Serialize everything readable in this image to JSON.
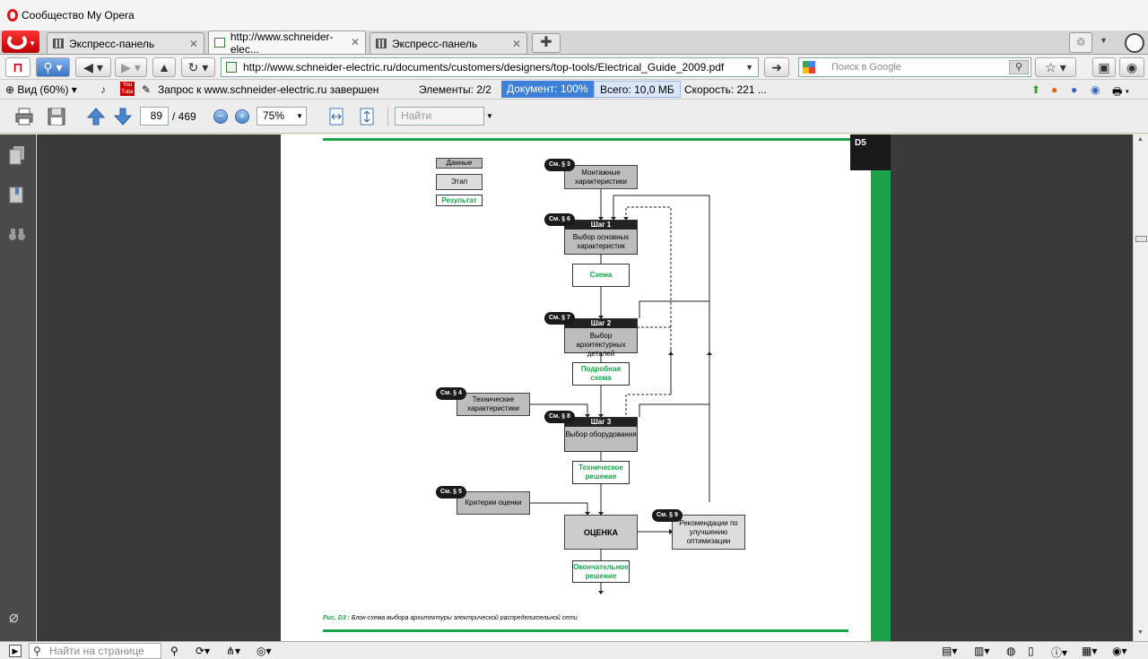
{
  "window": {
    "title": "Сообщество My Opera"
  },
  "tabs": [
    {
      "label": "Экспресс-панель",
      "active": false
    },
    {
      "label": "http://www.schneider-elec...",
      "active": true
    },
    {
      "label": "Экспресс-панель",
      "active": false
    }
  ],
  "address": {
    "url": "http://www.schneider-electric.ru/documents/customers/designers/top-tools/Electrical_Guide_2009.pdf",
    "search_placeholder": "Поиск в Google"
  },
  "info": {
    "view": "Вид (60%)",
    "request": "Запрос к www.schneider-electric.ru завершен",
    "elements": "Элементы:  2/2",
    "document": "Документ:  100%",
    "total": "Всего:  10,0 МБ",
    "speed": "Скорость:  221 ..."
  },
  "pdf_toolbar": {
    "page_current": "89",
    "page_total": "/  469",
    "zoom": "75%",
    "find_placeholder": "Найти"
  },
  "pdf_page": {
    "section_tag": "D5",
    "legend": {
      "data": "Данные",
      "stage": "Этап",
      "result": "Результат"
    },
    "nodes": {
      "mount_badge": "См. § 3",
      "mount": "Монтажные характеристики",
      "step1_badge": "См. § 6",
      "step1_head": "Шаг 1",
      "step1_body": "Выбор основных характеристик",
      "scheme": "Схема",
      "step2_badge": "См. § 7",
      "step2_head": "Шаг 2",
      "step2_body": "Выбор архитектурных деталей",
      "detail_scheme": "Подробная схема",
      "tech_badge": "См. § 4",
      "tech": "Технические характеристики",
      "step3_badge": "См. § 8",
      "step3_head": "Шаг 3",
      "step3_body": "Выбор оборудования",
      "tech_solution": "Техническое решение",
      "criteria_badge": "См. § 5",
      "criteria": "Критерии оценки",
      "eval": "ОЦЕНКА",
      "rec_badge": "См. § 9",
      "rec": "Рекомендации по улучшению оптимизации",
      "final": "Окончательное решение"
    },
    "caption_bold": "Рис. D3 :",
    "caption": " Блок-схема выбора архитектуры электрической распределительной сети"
  },
  "bottom": {
    "find_placeholder": "Найти на странице"
  },
  "colors": {
    "accent_green": "#1aa34a",
    "doc_bg": "#3a3a3a",
    "highlight": "#3e7fd7"
  }
}
